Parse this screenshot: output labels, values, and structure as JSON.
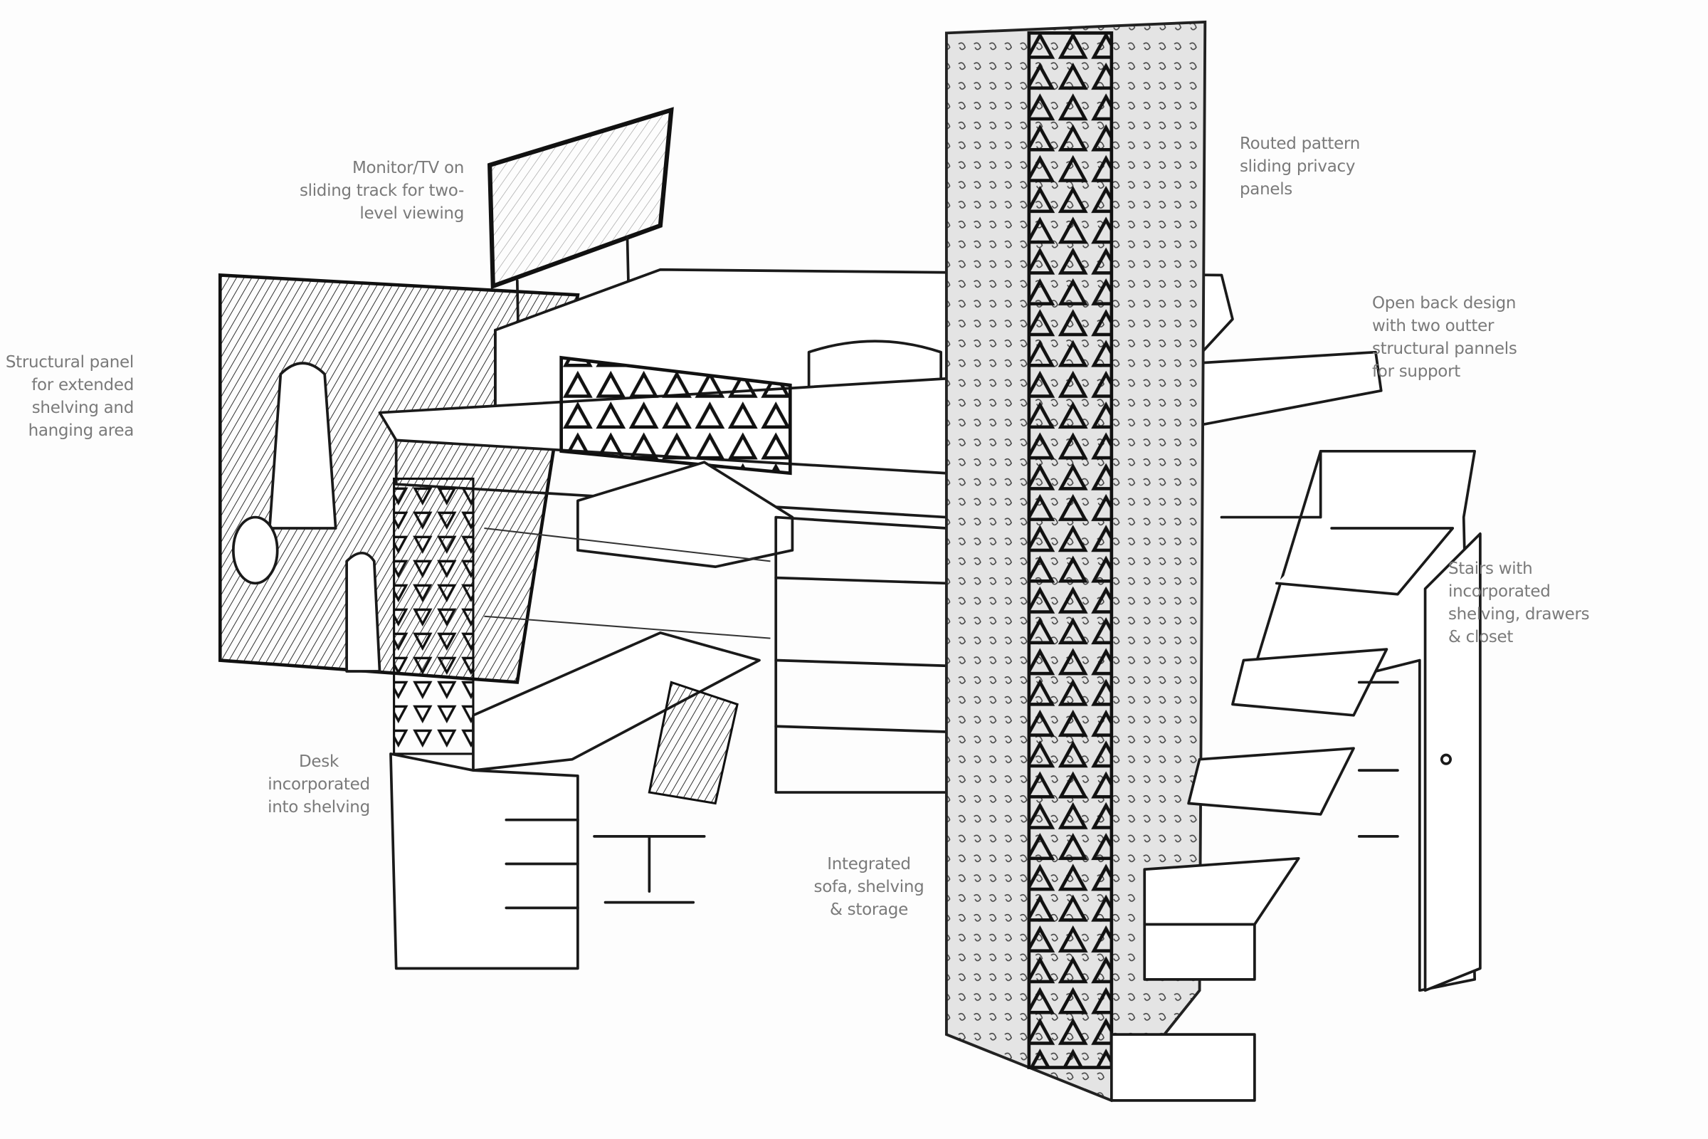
{
  "annotations": {
    "monitor": [
      "Monitor/TV on",
      "sliding track for two-",
      "level viewing"
    ],
    "privacy_panels": [
      "Routed pattern",
      "sliding privacy",
      "panels"
    ],
    "open_back": [
      "Open back design",
      "with two outter",
      "structural pannels",
      "for support"
    ],
    "structural_panel": [
      "Structural panel",
      "for extended",
      "shelving and",
      "hanging area"
    ],
    "stairs": [
      "Stairs with",
      "incorporated",
      "shelving, drawers",
      "& closet"
    ],
    "desk": [
      "Desk",
      "incorporated",
      "into shelving"
    ],
    "sofa": [
      "Integrated",
      "sofa, shelving",
      "& storage"
    ]
  }
}
